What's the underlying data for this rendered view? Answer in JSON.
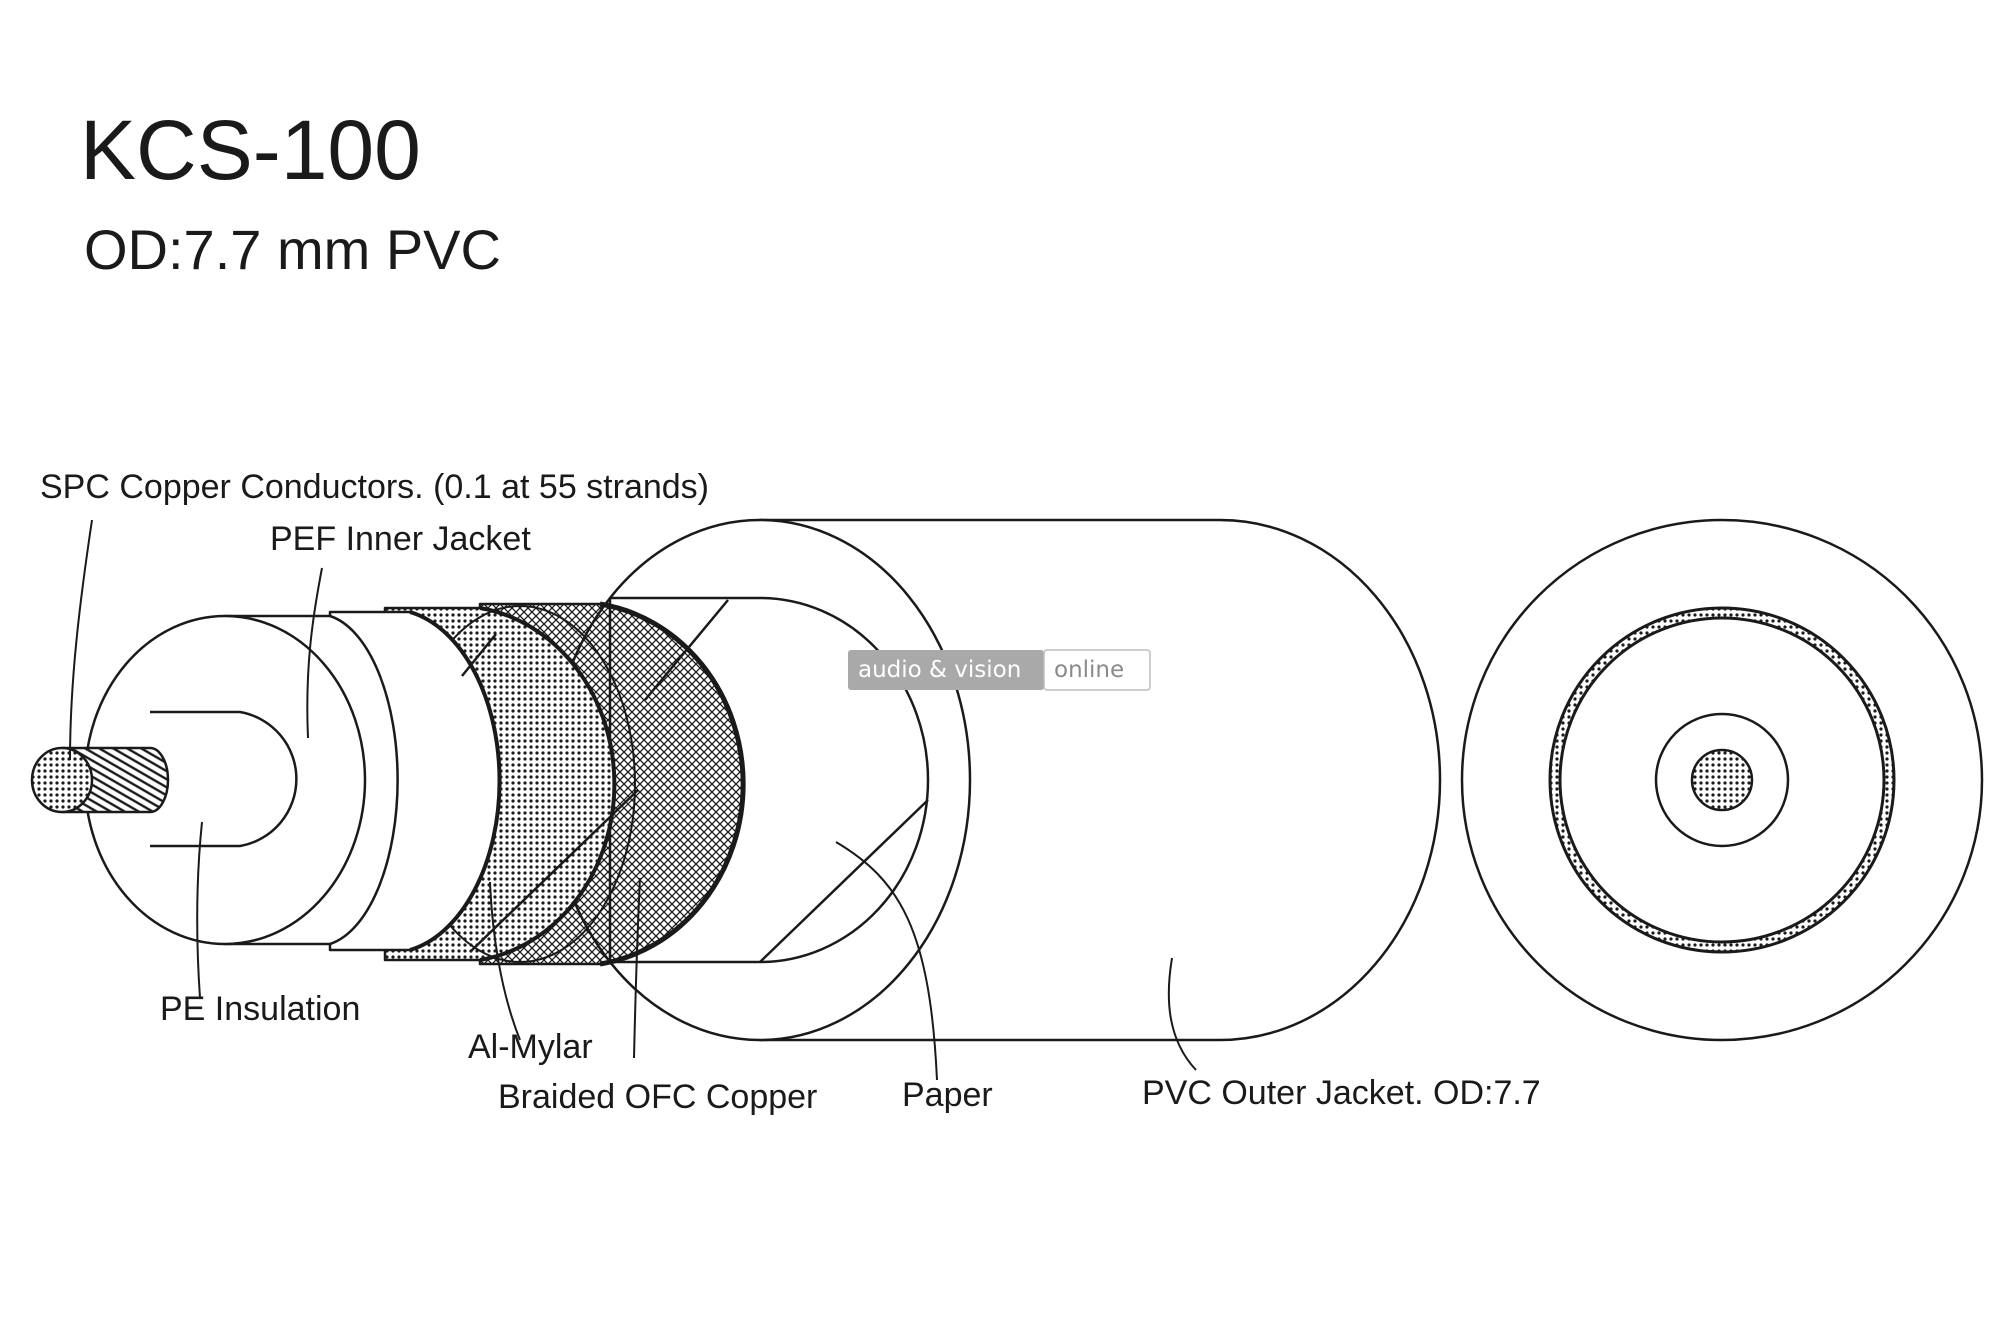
{
  "header": {
    "title": "KCS-100",
    "subtitle": "OD:7.7 mm PVC"
  },
  "labels": {
    "spc": "SPC Copper Conductors. (0.1 at 55 strands)",
    "pef": "PEF Inner Jacket",
    "pe": "PE Insulation",
    "mylar": "Al-Mylar",
    "braid": "Braided OFC Copper",
    "paper": "Paper",
    "pvc": "PVC Outer Jacket. OD:7.7"
  },
  "watermark": {
    "left": "audio & vision",
    "right": "online"
  },
  "colors": {
    "line": "#1a1a1a",
    "watermark_grey": "#a9a9a9"
  }
}
